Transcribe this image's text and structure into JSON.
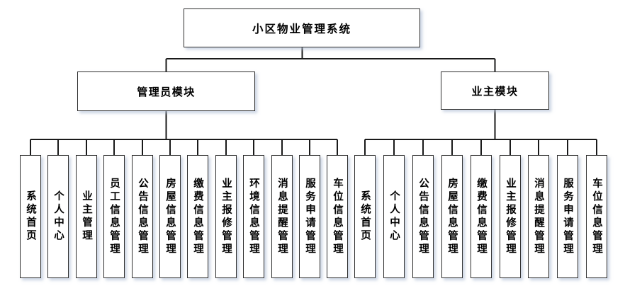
{
  "diagram": {
    "title": "小区物业管理系统",
    "modules": [
      {
        "label": "管理员模块",
        "children": [
          "系统首页",
          "个人中心",
          "业主管理",
          "员工信息管理",
          "公告信息管理",
          "房屋信息管理",
          "缴费信息管理",
          "业主报修管理",
          "环境信息管理",
          "消息提醒管理",
          "服务申请管理",
          "车位信息管理"
        ]
      },
      {
        "label": "业主模块",
        "children": [
          "系统首页",
          "个人中心",
          "公告信息管理",
          "房屋信息管理",
          "缴费信息管理",
          "业主报修管理",
          "消息提醒管理",
          "服务申请管理",
          "车位信息管理"
        ]
      }
    ],
    "colors": {
      "background": "#ffffff",
      "box_border": "#2f2f2f",
      "connector": "#1a1a1a",
      "text": "#000000",
      "shadow": "#b0bed6"
    }
  }
}
